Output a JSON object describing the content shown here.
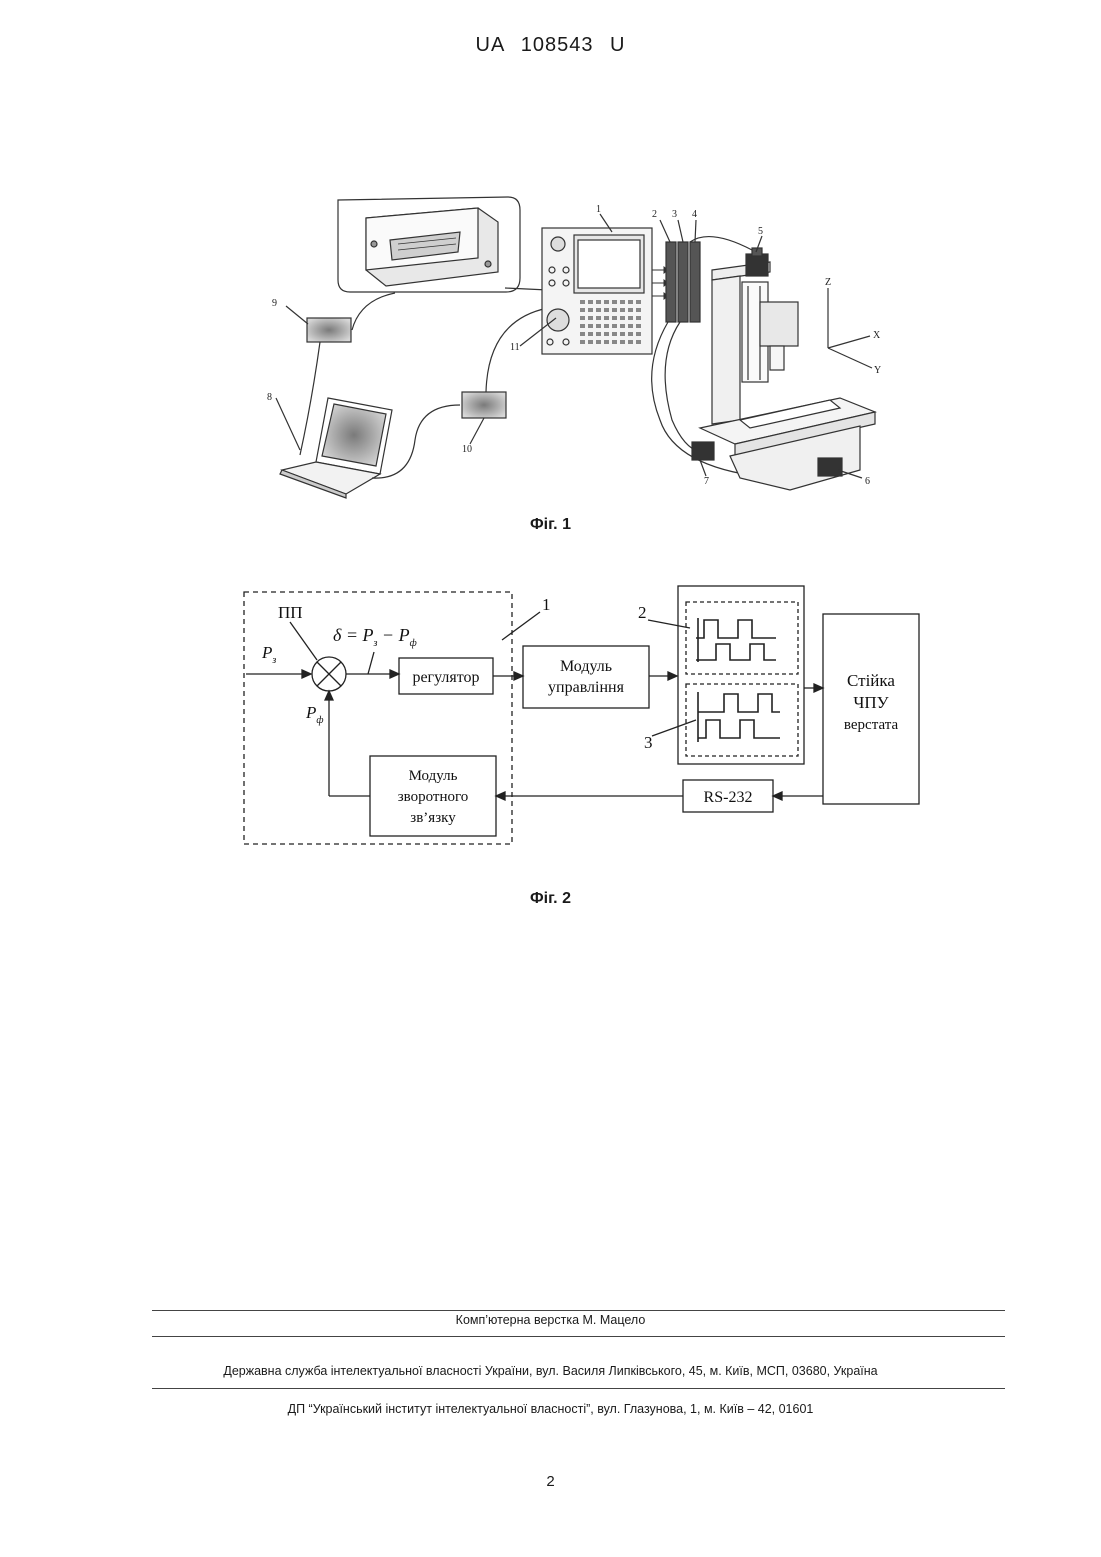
{
  "header": {
    "doc_id": "UA   108543   U"
  },
  "figure1": {
    "caption": "Фіг. 1",
    "labels": {
      "n1": "1",
      "n2": "2",
      "n3": "3",
      "n4": "4",
      "n5": "5",
      "n6": "6",
      "n7": "7",
      "n8": "8",
      "n9": "9",
      "n10": "10",
      "n11": "11"
    },
    "axes": {
      "z": "Z",
      "x": "X",
      "y": "Y"
    }
  },
  "figure2": {
    "caption": "Фіг. 2",
    "pp": "ПП",
    "p_set": "P",
    "p_set_sub": "з",
    "p_act": "P",
    "p_act_sub": "ф",
    "delta": "δ = P",
    "delta_sub1": "з",
    "delta_mid": " − P",
    "delta_sub2": "ф",
    "regulator": "регулятор",
    "module_control_line1": "Модуль",
    "module_control_line2": "управління",
    "cnc_line1": "Стійка",
    "cnc_line2": "ЧПУ",
    "cnc_line3": "верстата",
    "rs232": "RS-232",
    "feedback_line1": "Модуль",
    "feedback_line2": "зворотного",
    "feedback_line3": "зв’язку",
    "n1": "1",
    "n2": "2",
    "n3": "3"
  },
  "footer": {
    "layout": "Комп’ютерна верстка М. Мацело",
    "service": "Державна служба інтелектуальної власності України, вул. Василя Липківського, 45, м. Київ, МСП, 03680, Україна",
    "institute": "ДП “Український інститут інтелектуальної власності”, вул. Глазунова, 1, м. Київ – 42, 01601"
  },
  "page_number": "2"
}
